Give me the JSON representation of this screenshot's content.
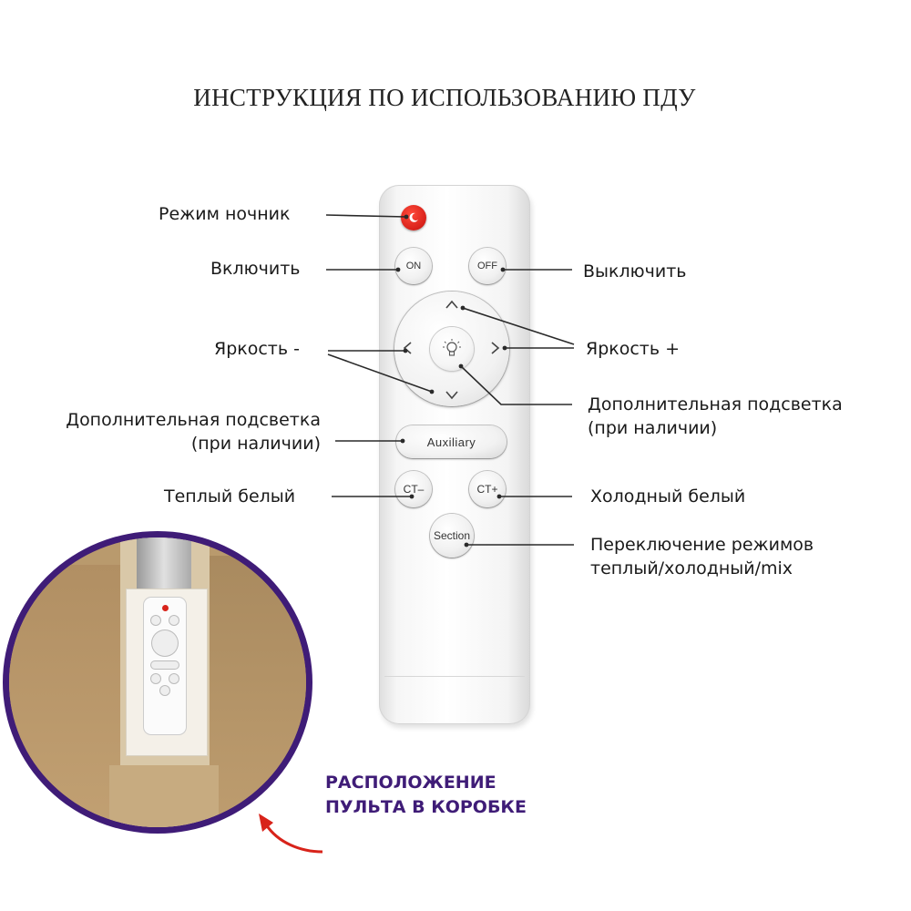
{
  "title": "ИНСТРУКЦИЯ ПО ИСПОЛЬЗОВАНИЮ ПДУ",
  "remote": {
    "buttons": {
      "night_icon": "moon-icon",
      "on": "ON",
      "off": "OFF",
      "up": "^",
      "down": "v",
      "left": "<",
      "right": ">",
      "center_icon": "lightbulb-icon",
      "auxiliary": "Auxiliary",
      "ct_minus": "CT–",
      "ct_plus": "CT+",
      "section": "Section"
    }
  },
  "labels": {
    "night_mode": "Режим ночник",
    "turn_on": "Включить",
    "turn_off": "Выключить",
    "brightness_minus": "Яркость -",
    "brightness_plus": "Яркость +",
    "aux_left": [
      "Дополнительная подсветка",
      "(при наличии)"
    ],
    "aux_right": [
      "Дополнительная подсветка",
      "(при наличии)"
    ],
    "warm_white": "Теплый белый",
    "cold_white": "Холодный белый",
    "mode_switch": [
      "Переключение режимов",
      "теплый/холодный/mix"
    ]
  },
  "box_caption": [
    "РАСПОЛОЖЕНИЕ",
    "ПУЛЬТА В КОРОБКЕ"
  ],
  "colors": {
    "accent_purple": "#3f1c77",
    "arrow_red": "#d8231a",
    "night_button_red": "#d8211a"
  }
}
